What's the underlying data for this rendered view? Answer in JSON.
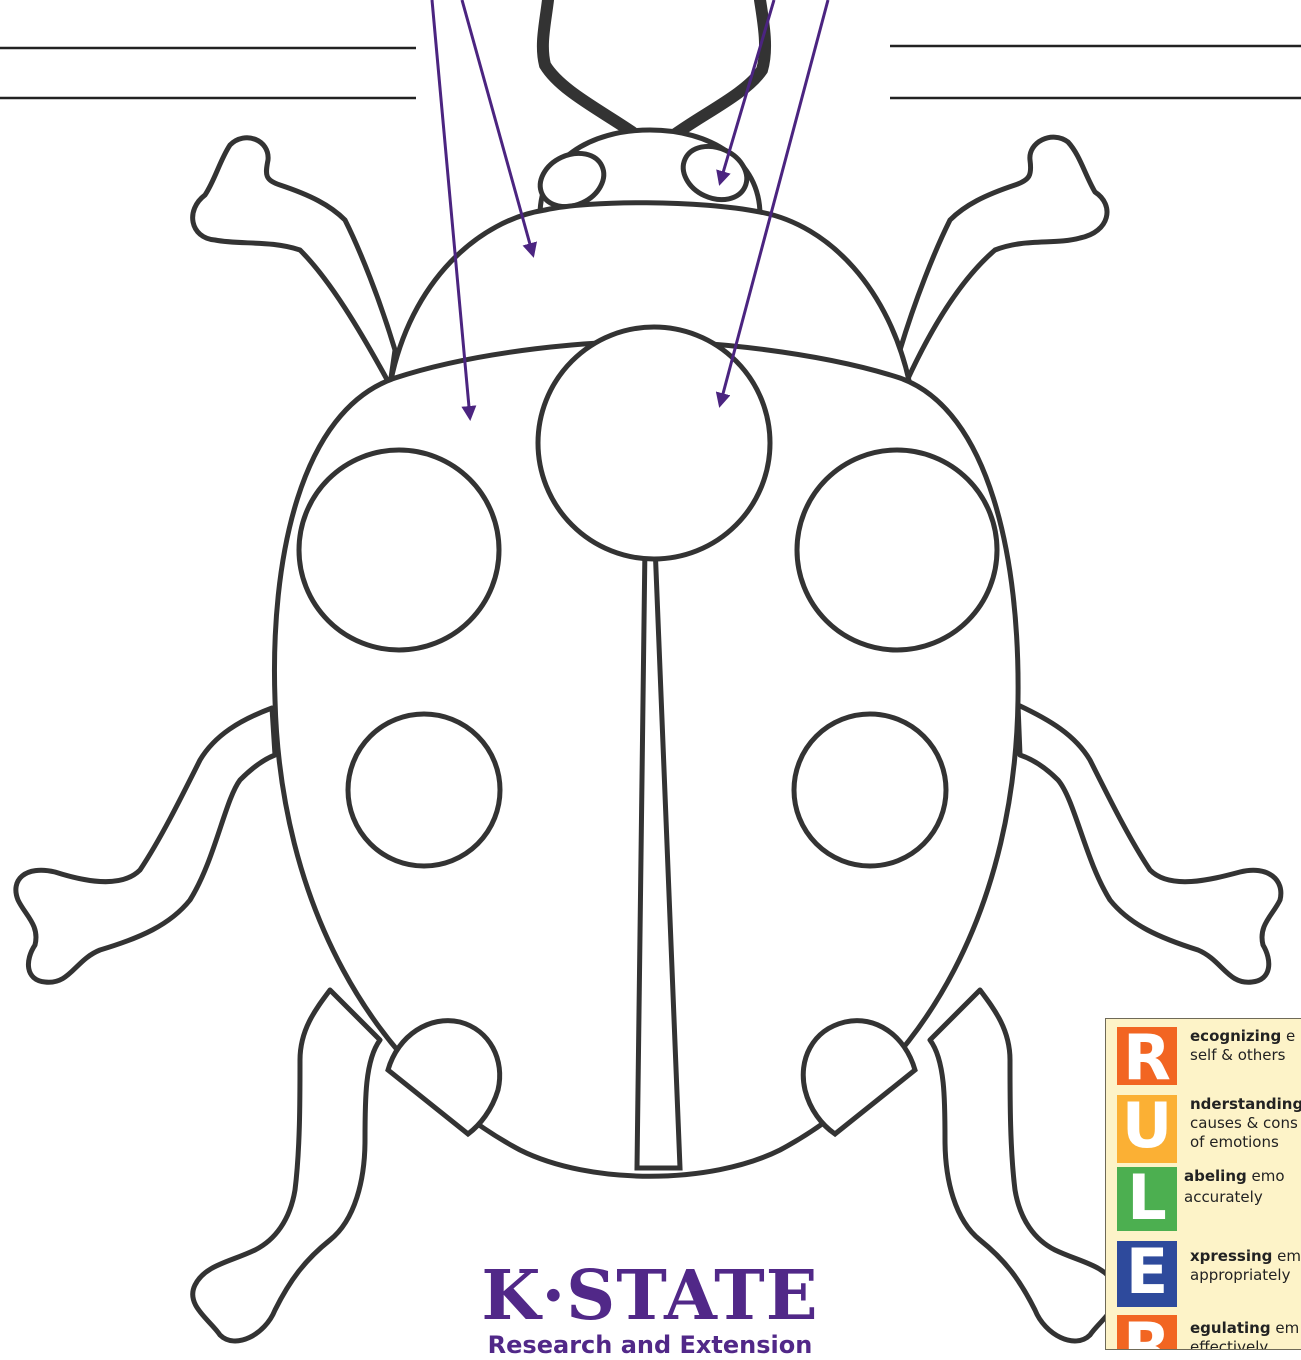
{
  "logo": {
    "wordmark": "K·STATE",
    "subtitle": "Research and Extension"
  },
  "ruler": {
    "items": [
      {
        "letter": "R",
        "color": "#f26522",
        "bold": "ecognizing",
        "rest": " e",
        "line2": "self & others",
        "line3": ""
      },
      {
        "letter": "U",
        "color": "#fbb034",
        "bold": "nderstanding",
        "rest": "",
        "line2": "causes & cons",
        "line3": "of emotions"
      },
      {
        "letter": "L",
        "color": "#4caf50",
        "bold": "abeling",
        "rest": " emo",
        "line2": "accurately",
        "line3": ""
      },
      {
        "letter": "E",
        "color": "#2e4a9c",
        "bold": "xpressing",
        "rest": " em",
        "line2": "appropriately",
        "line3": ""
      },
      {
        "letter": "R",
        "color": "#f26522",
        "bold": "egulating",
        "rest": " em",
        "line2": "effectively",
        "line3": ""
      }
    ]
  },
  "colors": {
    "outline": "#333333",
    "arrow": "#4b2480",
    "brand": "#512888"
  }
}
